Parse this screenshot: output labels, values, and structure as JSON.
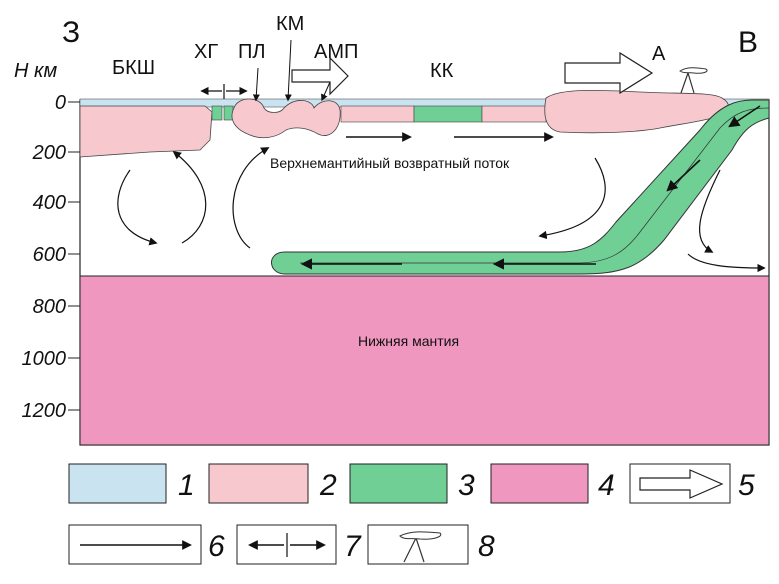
{
  "header": {
    "west": "З",
    "east": "В",
    "h_unit": "Н км"
  },
  "region_labels": {
    "bksh": "БКШ",
    "hg": "ХГ",
    "pl": "ПЛ",
    "km": "КМ",
    "amp": "АМП",
    "kk": "КК",
    "a": "А"
  },
  "annotations": {
    "return_flow": "Верхнемантийный возвратный поток",
    "lower_mantle": "Нижняя мантия"
  },
  "depth_ticks": [
    "0",
    "200",
    "400",
    "600",
    "800",
    "1000",
    "1200"
  ],
  "legend": {
    "items": [
      {
        "num": "1",
        "color": "#c9e3f1"
      },
      {
        "num": "2",
        "color": "#f7c9cf"
      },
      {
        "num": "3",
        "color": "#6fcf95"
      },
      {
        "num": "4",
        "color": "#f097c0"
      },
      {
        "num": "5",
        "symbol": "big-arrow-icon"
      },
      {
        "num": "6",
        "symbol": "flow-arrow-icon"
      },
      {
        "num": "7",
        "symbol": "divergence-arrows-icon"
      },
      {
        "num": "8",
        "symbol": "volcano-icon"
      }
    ]
  },
  "colors": {
    "water": "#c9e3f1",
    "crust": "#f7c9cf",
    "slab": "#6fcf95",
    "lower_mantle": "#f097c0",
    "upper_mantle": "#ffffff"
  }
}
